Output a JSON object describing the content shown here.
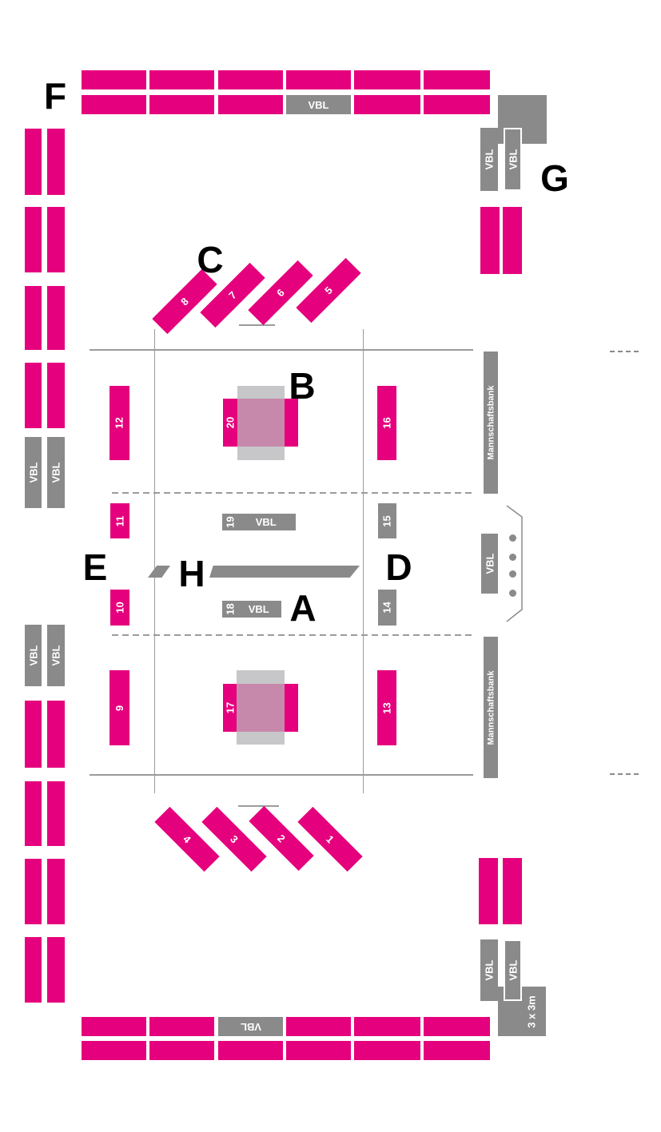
{
  "diagram": {
    "labels": {
      "vbl": "VBL",
      "team_bench": "Mannschaftsbank",
      "cube_size": "3 x 3m"
    },
    "area_letters": {
      "A": "A",
      "B": "B",
      "C": "C",
      "D": "D",
      "E": "E",
      "F": "F",
      "G": "G",
      "H": "H"
    },
    "banner_numbers": {
      "1": "1",
      "2": "2",
      "3": "3",
      "4": "4",
      "5": "5",
      "6": "6",
      "7": "7",
      "8": "8",
      "9": "9",
      "10": "10",
      "11": "11",
      "12": "12",
      "13": "13",
      "14": "14",
      "15": "15",
      "16": "16",
      "17": "17",
      "18": "18",
      "19": "19",
      "20": "20"
    },
    "colors": {
      "banner_pink": "#e5007d",
      "banner_gray": "#8a8a8a",
      "pad_light_gray": "#c7c7c9",
      "court_line": "#9b9b9b"
    }
  }
}
